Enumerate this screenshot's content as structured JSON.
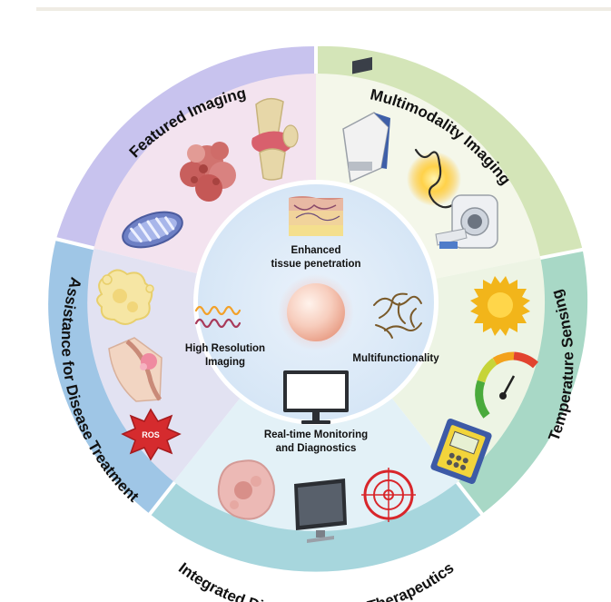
{
  "outer_segments": [
    {
      "label": "Featured Imaging",
      "color": "#c7c2ee"
    },
    {
      "label": "Multimodality Imaging",
      "color": "#d3e4b6"
    },
    {
      "label": "Temperature Sensing",
      "color": "#a9d7c5"
    },
    {
      "label": "Integrated Diagnostics and Therapeutics",
      "color": "#a6d6dc"
    },
    {
      "label": "Assistance for Disease Treatment",
      "color": "#9fc6e4"
    }
  ],
  "center": {
    "top_label_line1": "Enhanced",
    "top_label_line2": "tissue penetration",
    "left_label_line1": "High Resolution",
    "left_label_line2": "Imaging",
    "right_label": "Multifunctionality",
    "bottom_label_line1": "Real-time Monitoring",
    "bottom_label_line2": "and Diagnostics"
  },
  "badge": "ROS"
}
